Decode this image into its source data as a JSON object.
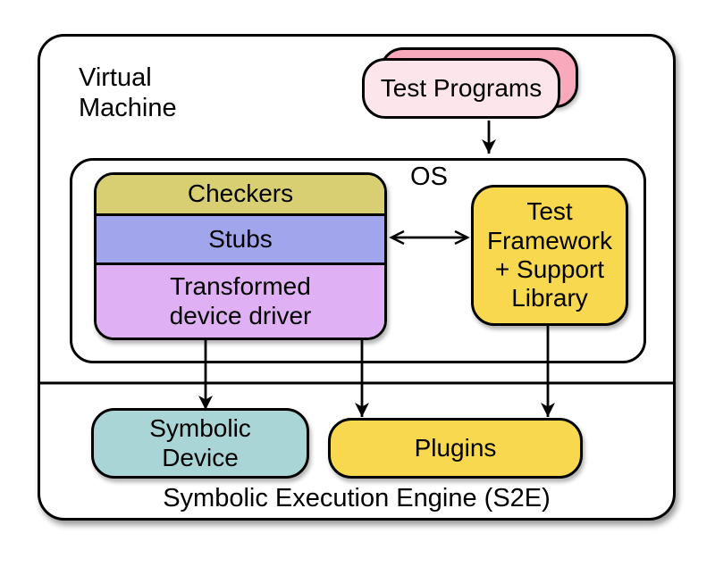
{
  "vm": {
    "label": "Virtual\nMachine"
  },
  "os": {
    "label": "OS"
  },
  "engine": {
    "label": "Symbolic Execution Engine (S2E)"
  },
  "nodes": {
    "test_programs": {
      "label": "Test Programs",
      "front_fill": "#FCE5EB",
      "back_fill": "#F9A9BC"
    },
    "checkers": {
      "label": "Checkers",
      "fill": "#D8CF73"
    },
    "stubs": {
      "label": "Stubs",
      "fill": "#A0A5EC"
    },
    "transformed_driver": {
      "label": "Transformed\ndevice driver",
      "fill": "#E0B0F4"
    },
    "test_framework": {
      "label": "Test\nFramework\n+ Support\nLibrary",
      "fill": "#F8D84E"
    },
    "symbolic_device": {
      "label": "Symbolic\nDevice",
      "fill": "#AAD5D7"
    },
    "plugins": {
      "label": "Plugins",
      "fill": "#F8D84E"
    }
  },
  "colors": {
    "line": "#000000",
    "background": "#ffffff"
  }
}
